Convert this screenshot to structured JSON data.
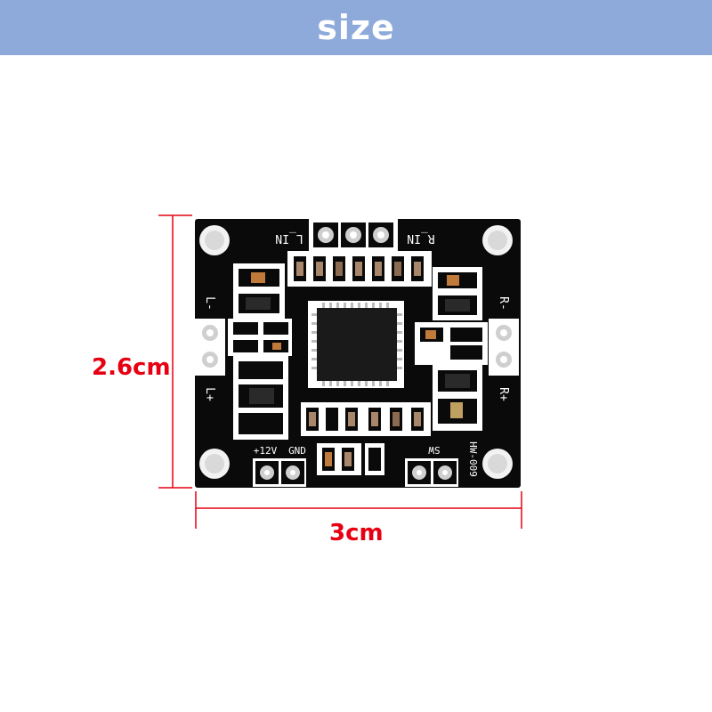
{
  "banner": {
    "title": "size",
    "background": "#8eaadb"
  },
  "dimensions": {
    "width": "3cm",
    "height": "2.6cm",
    "label_color": "#e60012"
  },
  "board": {
    "color": "#0a0a0a",
    "silkscreen": {
      "l_in": "L_IN",
      "r_in": "R_IN",
      "l_minus": "L-",
      "l_plus": "L+",
      "r_minus": "R-",
      "r_plus": "R+",
      "v12": "+12V",
      "gnd": "GND",
      "sw": "SW",
      "model": "HW-009"
    }
  }
}
